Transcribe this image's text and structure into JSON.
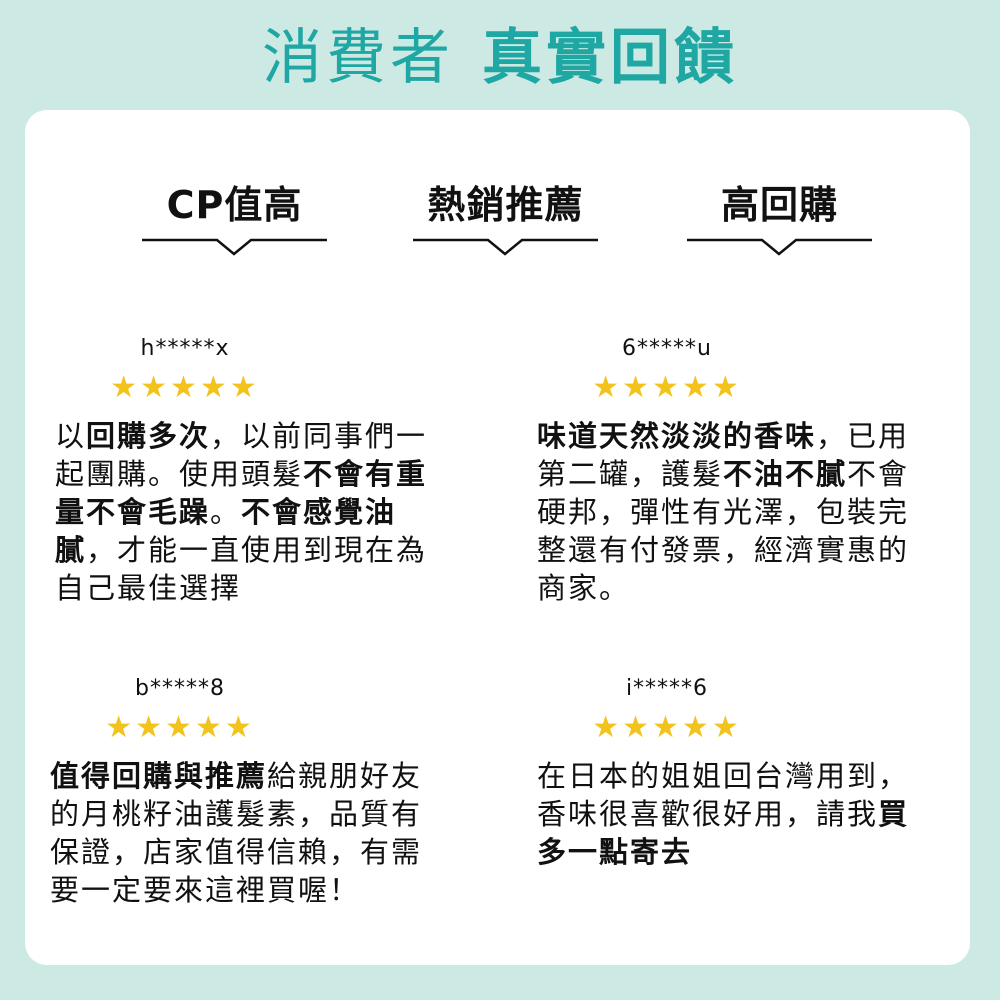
{
  "title": {
    "light": "消費者",
    "bold": "真實回饋"
  },
  "badges": [
    {
      "label": "CP值高"
    },
    {
      "label": "熱銷推薦"
    },
    {
      "label": "高回購"
    }
  ],
  "stars": "★★★★★",
  "reviews": [
    {
      "user": "h*****x",
      "rating": 5,
      "segments": [
        {
          "t": "以",
          "b": false
        },
        {
          "t": "回購多次",
          "b": true
        },
        {
          "t": "，以前同事們一起團購。使用頭髮",
          "b": false
        },
        {
          "t": "不會有重量不會毛躁",
          "b": true
        },
        {
          "t": "。",
          "b": false
        },
        {
          "t": "不會感覺油膩",
          "b": true
        },
        {
          "t": "，才能一直使用到現在為自己最佳選擇",
          "b": false
        }
      ]
    },
    {
      "user": "6*****u",
      "rating": 5,
      "segments": [
        {
          "t": "味道天然淡淡的香味",
          "b": true
        },
        {
          "t": "，已用第二罐，護髮",
          "b": false
        },
        {
          "t": "不油不膩",
          "b": true
        },
        {
          "t": "不會硬邦，彈性有光澤，包裝完整還有付發票，經濟實惠的商家。",
          "b": false
        }
      ]
    },
    {
      "user": "b*****8",
      "rating": 5,
      "segments": [
        {
          "t": "值得回購與推薦",
          "b": true
        },
        {
          "t": "給親朋好友的月桃籽油護髮素，品質有保證，店家值得信賴，有需要一定要來這裡買喔！",
          "b": false
        }
      ]
    },
    {
      "user": "i*****6",
      "rating": 5,
      "segments": [
        {
          "t": "在日本的姐姐回台灣用到，香味很喜歡很好用，請我",
          "b": false
        },
        {
          "t": "買多一點寄去",
          "b": true
        }
      ]
    }
  ],
  "colors": {
    "background": "#cde9e4",
    "title": "#1fa7a3",
    "star": "#f3c31d",
    "card": "#ffffff",
    "text": "#111111"
  }
}
